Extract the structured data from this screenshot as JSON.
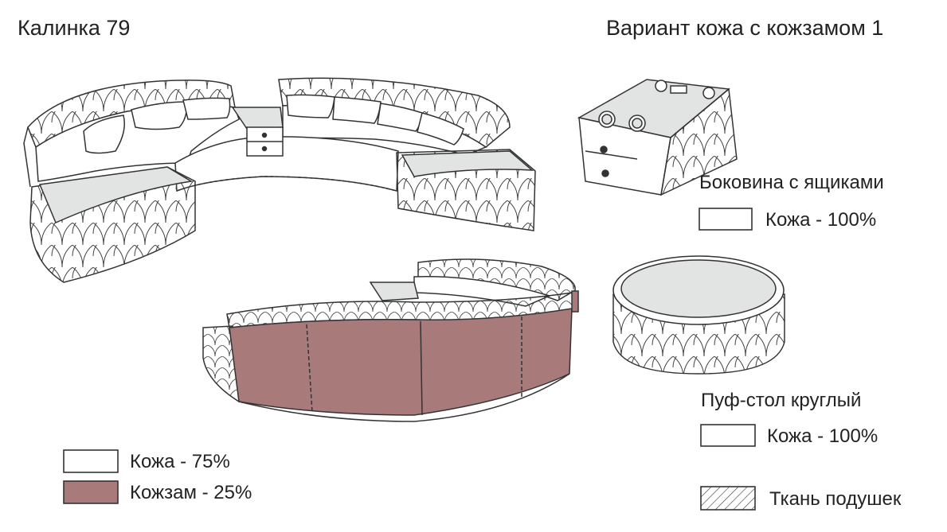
{
  "header": {
    "model": "Калинка 79",
    "variant": "Вариант кожа с кожзамом 1"
  },
  "side_unit": {
    "title": "Боковина с ящиками",
    "material": "Кожа - 100%"
  },
  "pouf": {
    "title": "Пуф-стол круглый",
    "material": "Кожа - 100%"
  },
  "legend": {
    "leather": "Кожа - 75%",
    "faux": "Кожзам - 25%",
    "cushion_fabric": "Ткань подушек"
  },
  "colors": {
    "leather": "#ffffff",
    "faux_leather": "#a87a7a",
    "top_panel": "#e2e4e3",
    "outline": "#333333"
  }
}
